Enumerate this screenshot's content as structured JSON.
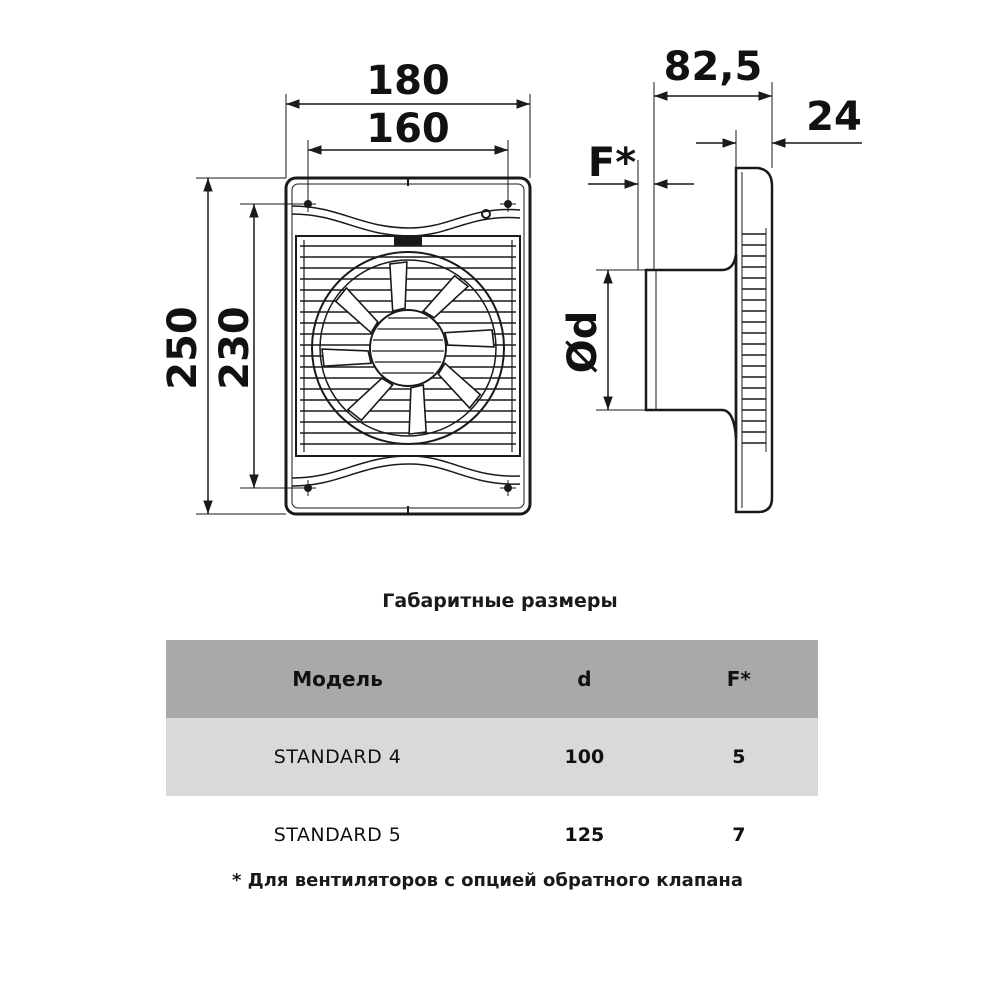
{
  "front_view": {
    "width_outer": "180",
    "width_inner": "160",
    "height_outer": "250",
    "height_inner": "230"
  },
  "side_view": {
    "depth_total": "82,5",
    "depth_panel": "24",
    "flange_label": "F*",
    "diameter_label": "Ød"
  },
  "caption": "Габаритные размеры",
  "table": {
    "headers": [
      "Модель",
      "d",
      "F*"
    ],
    "rows": [
      {
        "model": "STANDARD 4",
        "d": "100",
        "f": "5"
      },
      {
        "model": "STANDARD 5",
        "d": "125",
        "f": "7"
      }
    ]
  },
  "footnote": "* Для вентиляторов с опцией обратного клапана",
  "colors": {
    "header_bg": "#a9a9a9",
    "row_shade": "#d9d9d9",
    "line": "#1a1a1a"
  }
}
